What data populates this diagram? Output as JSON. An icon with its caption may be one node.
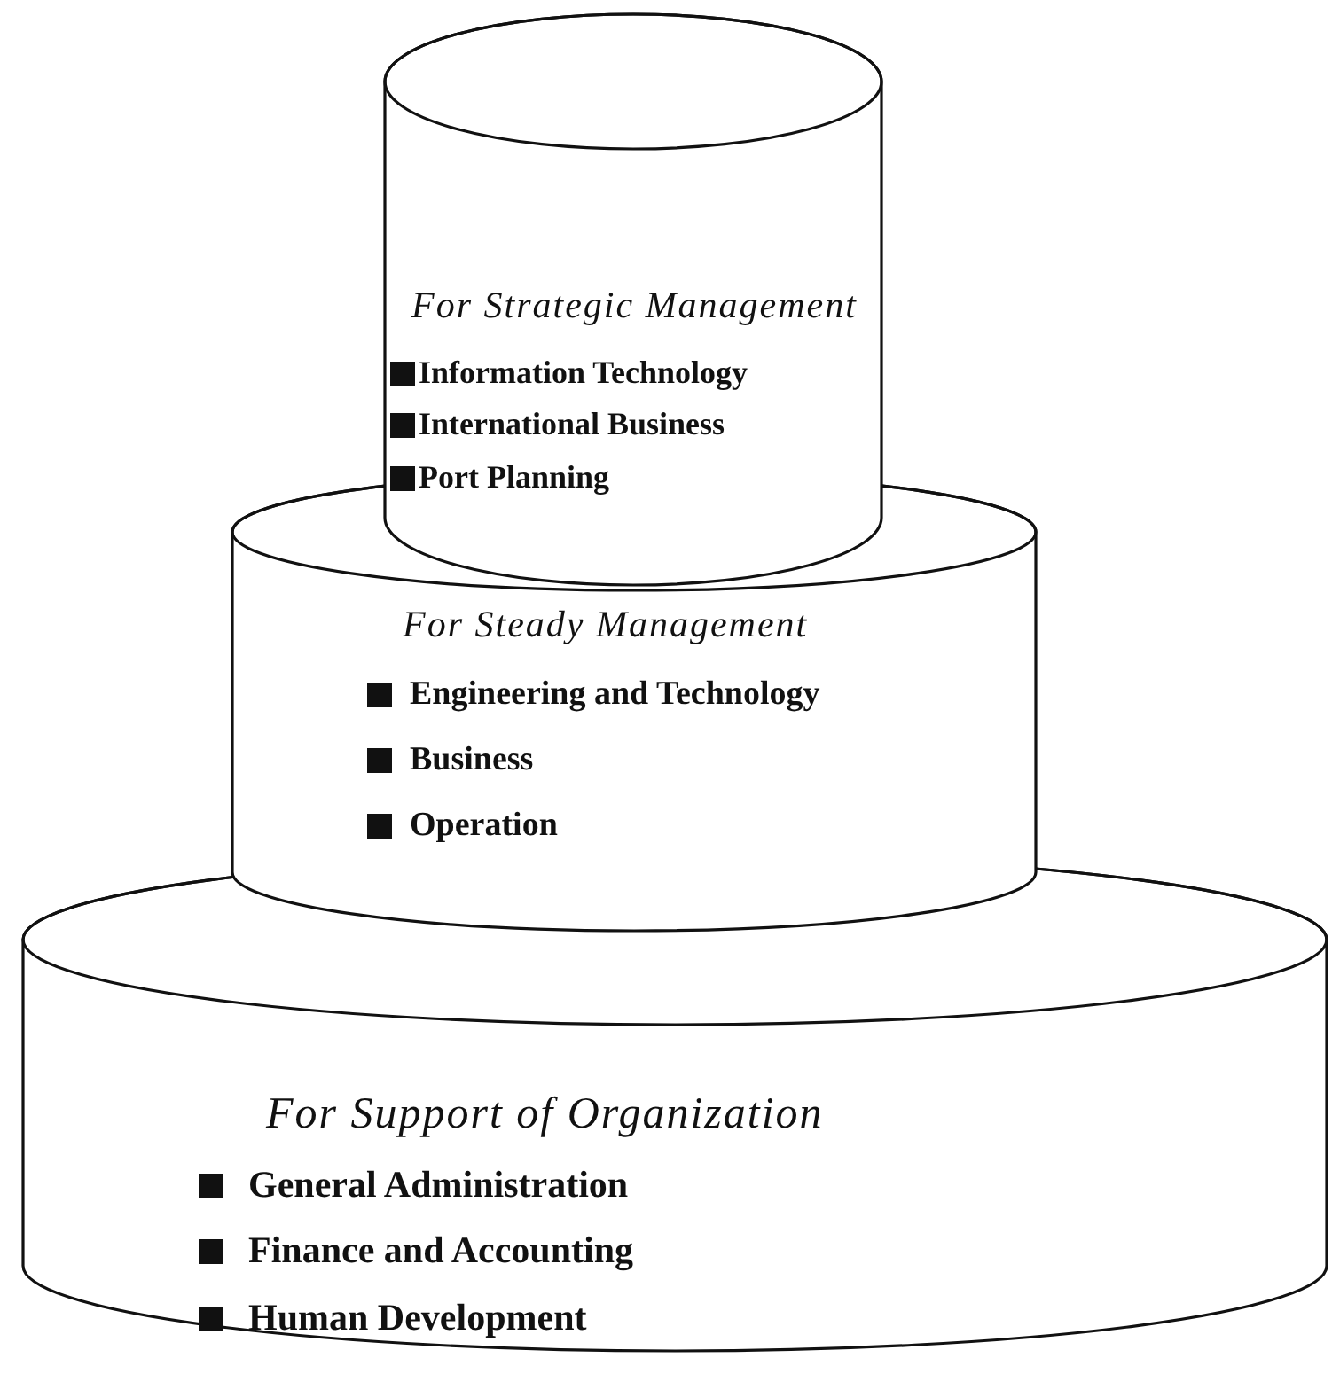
{
  "diagram": {
    "nodes": [
      {
        "text": [
          "For Strategic Management",
          "Information Technology",
          "International Business",
          "Port Planning"
        ]
      },
      {
        "text": [
          "For Steady Management",
          "Engineering and Technology",
          "Business",
          "Operation"
        ]
      },
      {
        "text": [
          "For Support of Organization",
          "General Administration",
          "Finance and Accounting",
          "Human Development"
        ]
      }
    ]
  }
}
